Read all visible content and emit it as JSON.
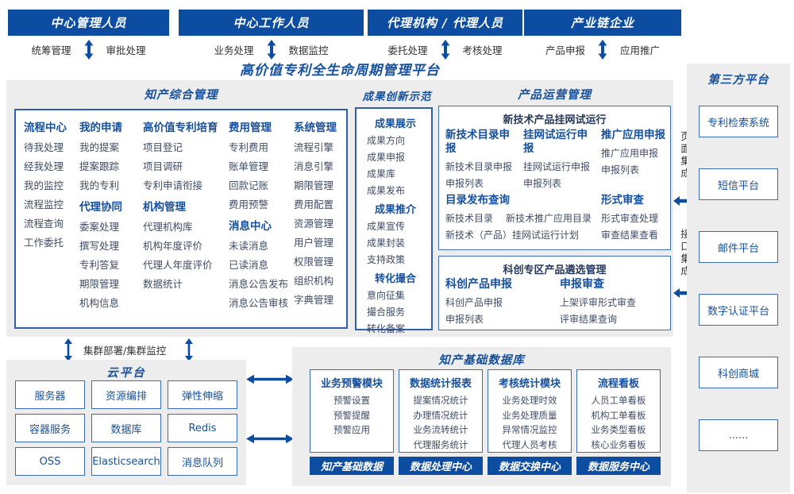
{
  "colors": {
    "primary": "#0C4DA2",
    "accent_text": "#15509F",
    "item_text": "#3F4C66",
    "panel_bg": "#EDEDEE",
    "box_border": "#3A6BB5",
    "dark_heading": "#24385B"
  },
  "roles": [
    {
      "title": "中心管理人员",
      "left": "统筹管理",
      "right": "审批处理"
    },
    {
      "title": "中心工作人员",
      "left": "业务处理",
      "right": "数据监控"
    },
    {
      "title": "代理机构 / 代理人员",
      "left": "委托处理",
      "right": "考核处理"
    },
    {
      "title": "产业链企业",
      "left": "产品申报",
      "right": "应用推广"
    }
  ],
  "platform": {
    "title": "高价值专利全生命周期管理平台"
  },
  "comprehensive": {
    "title": "知产综合管理",
    "col1": {
      "h": "流程中心",
      "items": [
        "待我处理",
        "经我处理",
        "我的监控",
        "流程监控",
        "流程查询",
        "工作委托"
      ]
    },
    "col2a": {
      "h": "我的申请",
      "items": [
        "我的提案",
        "提案跟踪",
        "我的专利"
      ]
    },
    "col2b": {
      "h": "代理协同",
      "items": [
        "委案处理",
        "撰写处理",
        "专利答复",
        "期限管理",
        "机构信息"
      ]
    },
    "col3a": {
      "h": "高价值专利培育",
      "items": [
        "项目登记",
        "项目调研",
        "专利申请衔接"
      ]
    },
    "col3b": {
      "h": "机构管理",
      "items": [
        "代理机构库",
        "机构年度评价",
        "代理人年度评价",
        "数据统计"
      ]
    },
    "col4a": {
      "h": "费用管理",
      "items": [
        "专利费用",
        "账单管理",
        "回款记账",
        "费用预警"
      ]
    },
    "col4b": {
      "h": "消息中心",
      "items": [
        "未读消息",
        "已读消息",
        "消息公告发布",
        "消息公告审核"
      ]
    },
    "col5": {
      "h": "系统管理",
      "items": [
        "流程引擎",
        "消息引擎",
        "期限管理",
        "费用配置",
        "资源管理",
        "用户管理",
        "权限管理",
        "组织机构",
        "字典管理"
      ]
    }
  },
  "innovation": {
    "title": "成果创新示范",
    "s1": {
      "h": "成果展示",
      "items": [
        "成果方向",
        "成果申报",
        "成果库",
        "成果发布"
      ]
    },
    "s2": {
      "h": "成果推介",
      "items": [
        "成果宣传",
        "成果封装",
        "支持政策"
      ]
    },
    "s3": {
      "h": "转化撮合",
      "items": [
        "意向征集",
        "撮合服务",
        "转化备案"
      ]
    }
  },
  "product_ops": {
    "title": "产品运营管理",
    "trial": {
      "heading": "新技术产品挂网试运行",
      "s1": {
        "h": "新技术目录申报",
        "items": [
          "新技术目录申报",
          "申报列表"
        ]
      },
      "s2": {
        "h": "挂网试运行申报",
        "items": [
          "挂网试运行申报",
          "申报列表"
        ]
      },
      "s3": {
        "h": "推广应用申报",
        "items": [
          "推广应用申报",
          "申报列表"
        ]
      },
      "s4": {
        "h": "目录发布查询",
        "items": [
          "新技术目录",
          "新技术推广应用目录",
          "新技术（产品）挂网试运行计划"
        ]
      },
      "s5": {
        "h": "形式审查",
        "items": [
          "形式审查处理",
          "审查结果查看"
        ]
      }
    },
    "selection": {
      "heading": "科创专区产品遴选管理",
      "s1": {
        "h": "科创产品申报",
        "items": [
          "科创产品申报",
          "申报列表"
        ]
      },
      "s2": {
        "h": "申报审查",
        "items": [
          "上架评审形式审查",
          "评审结果查询"
        ]
      }
    }
  },
  "integration": {
    "page": "页面集成",
    "interface": "接口集成"
  },
  "third_party": {
    "title": "第三方平台",
    "items": [
      "专利检索系统",
      "短信平台",
      "邮件平台",
      "数字认证平台",
      "科创商城",
      "......"
    ]
  },
  "cluster_label": "集群部署/集群监控",
  "cloud": {
    "title": "云平台",
    "items": [
      "服务器",
      "资源编排",
      "弹性伸缩",
      "容器服务",
      "数据库",
      "Redis",
      "OSS",
      "Elasticsearch",
      "消息队列"
    ]
  },
  "database": {
    "title": "知产基础数据库",
    "modules": [
      {
        "h": "业务预警模块",
        "items": [
          "预警设置",
          "预警提醒",
          "预警应用"
        ]
      },
      {
        "h": "数据统计报表",
        "items": [
          "提案情况统计",
          "办理情况统计",
          "业务流转统计",
          "代理服务统计"
        ]
      },
      {
        "h": "考核统计模块",
        "items": [
          "业务处理时效",
          "业务处理质量",
          "异常情况监控",
          "代理人员考核"
        ]
      },
      {
        "h": "流程看板",
        "items": [
          "人员工单看板",
          "机构工单看板",
          "业务类型看板",
          "核心业务看板"
        ]
      }
    ],
    "footers": [
      "知产基础数据",
      "数据处理中心",
      "数据交换中心",
      "数据服务中心"
    ]
  }
}
